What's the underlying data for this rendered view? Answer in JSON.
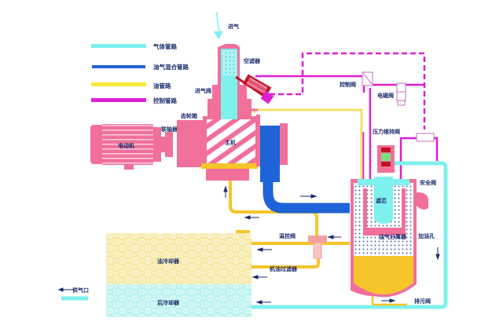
{
  "legend": {
    "items": [
      {
        "label": "气体管路",
        "color": "#7ef0ee"
      },
      {
        "label": "油气混合管路",
        "color": "#1f63d8"
      },
      {
        "label": "油管路",
        "color": "#f6e83a"
      },
      {
        "label": "控制管路",
        "color": "#e01fd2"
      }
    ]
  },
  "labels": {
    "air_intake": "进气",
    "air_filter": "空滤器",
    "intake_valve": "进气阀",
    "gearbox": "齿轮箱",
    "coupling": "联轴器",
    "motor": "电动机",
    "main_unit": "主机",
    "control_valve": "控制阀",
    "solenoid_valve": "电磁阀",
    "pressure_valve": "压力维持阀",
    "safety_valve": "安全阀",
    "filter_element": "滤芯",
    "separator": "油气分离器",
    "oil_fill": "加油孔",
    "thermo_valve": "温控阀",
    "oil_filter": "机油过滤器",
    "oil_cooler": "油冷却器",
    "after_cooler": "后冷却器",
    "air_outlet": "供气口",
    "drain_valve": "排污阀"
  },
  "colors": {
    "gas": "#7ef0ee",
    "mixed": "#1f63d8",
    "oil": "#f6d23a",
    "control": "#e01fd2",
    "machine": "#f0709a",
    "arrow": "#1a2a6c"
  }
}
